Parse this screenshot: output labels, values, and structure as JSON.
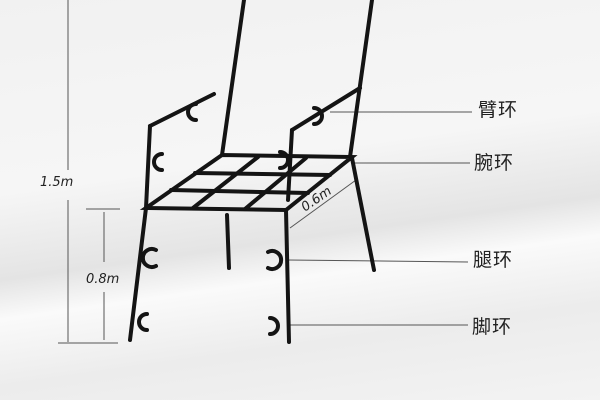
{
  "labels": {
    "arm_ring": "臂环",
    "wrist_ring": "腕环",
    "leg_ring": "腿环",
    "foot_ring": "脚环"
  },
  "dimensions": {
    "total_height": "1.5m",
    "seat_height": "0.8m",
    "seat_depth": "0.6m"
  }
}
